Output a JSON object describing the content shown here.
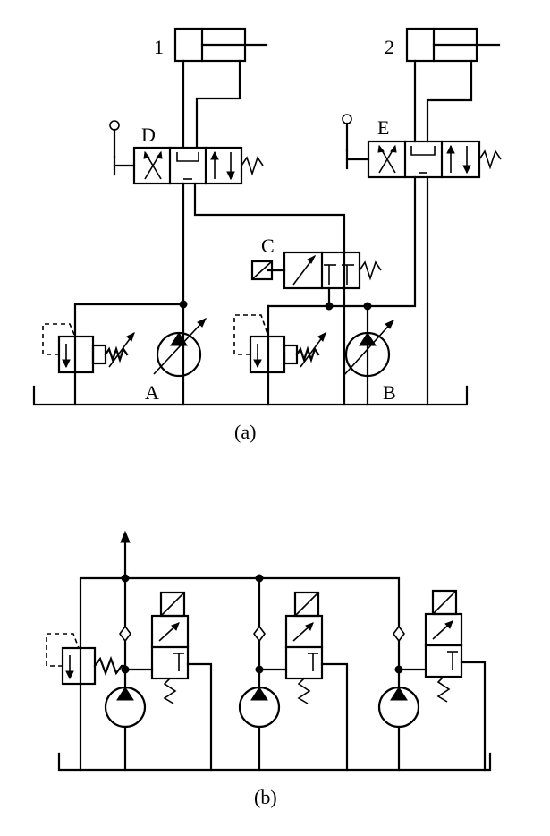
{
  "diagram_a": {
    "caption": "(a)",
    "labels": {
      "cyl1": "1",
      "cyl2": "2",
      "valve_d": "D",
      "valve_e": "E",
      "valve_c": "C",
      "pump_a": "A",
      "pump_b": "B"
    }
  },
  "diagram_b": {
    "caption": "(b)"
  }
}
